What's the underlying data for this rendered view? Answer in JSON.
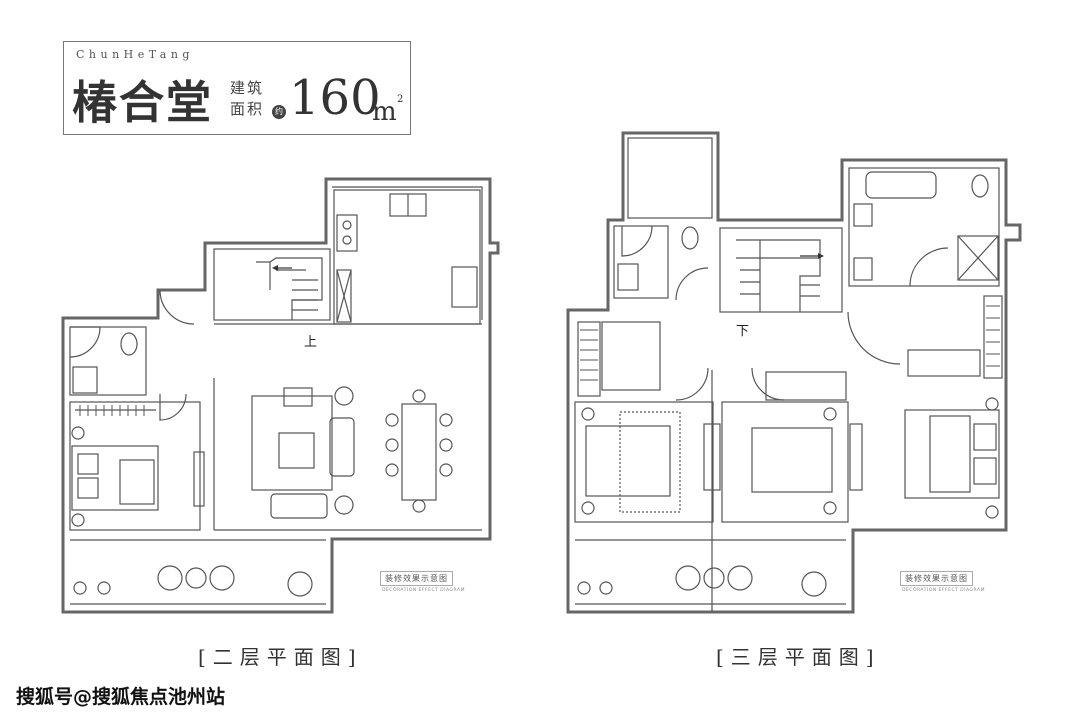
{
  "header": {
    "title_en": "ChunHeTang",
    "title_cn": "椿合堂",
    "area_label_line1": "建筑",
    "area_label_line2": "面积",
    "approx": "约",
    "area_value": "160",
    "area_unit": "m",
    "area_sup": "2"
  },
  "plans": [
    {
      "caption": "[二层平面图]",
      "stair_label": "上",
      "note_cn": "装修效果示意图",
      "note_en": "DECORATION EFFECT DIAGRAM"
    },
    {
      "caption": "[三层平面图]",
      "stair_label": "下",
      "note_cn": "装修效果示意图",
      "note_en": "DECORATION EFFECT DIAGRAM"
    }
  ],
  "watermark": "搜狐号@搜狐焦点池州站"
}
